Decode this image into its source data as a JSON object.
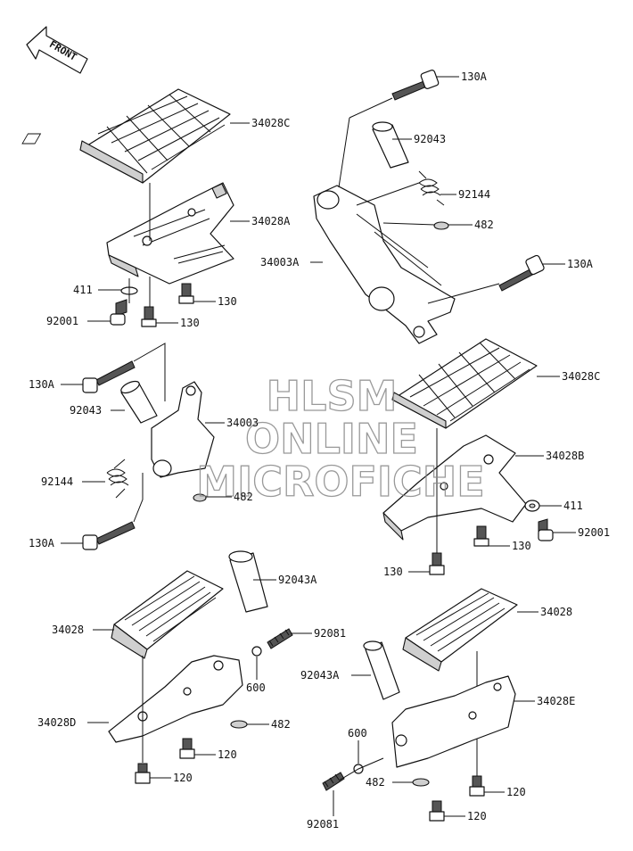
{
  "front_label": "FRONT",
  "watermark": {
    "line1": "HLSM",
    "line2": "ONLINE",
    "line3": "MICROFICHE"
  },
  "callouts": {
    "c_130A_1": "130A",
    "c_34028C_1": "34028C",
    "c_92043_1": "92043",
    "c_92144_1": "92144",
    "c_34028A": "34028A",
    "c_482_1": "482",
    "c_34003A": "34003A",
    "c_130A_2": "130A",
    "c_411_1": "411",
    "c_130_1": "130",
    "c_92001_1": "92001",
    "c_130_2": "130",
    "c_130A_3": "130A",
    "c_34028C_2": "34028C",
    "c_92043_2": "92043",
    "c_34003": "34003",
    "c_34028B": "34028B",
    "c_92144_2": "92144",
    "c_482_2": "482",
    "c_411_2": "411",
    "c_130A_4": "130A",
    "c_92001_2": "92001",
    "c_130_3": "130",
    "c_130_4": "130",
    "c_92043A_1": "92043A",
    "c_34028_1": "34028",
    "c_92081_1": "92081",
    "c_34028_2": "34028",
    "c_600_1": "600",
    "c_92043A_2": "92043A",
    "c_34028E": "34028E",
    "c_34028D": "34028D",
    "c_482_3": "482",
    "c_600_2": "600",
    "c_120_1": "120",
    "c_120_2": "120",
    "c_482_4": "482",
    "c_120_3": "120",
    "c_120_4": "120",
    "c_92081_2": "92081"
  }
}
